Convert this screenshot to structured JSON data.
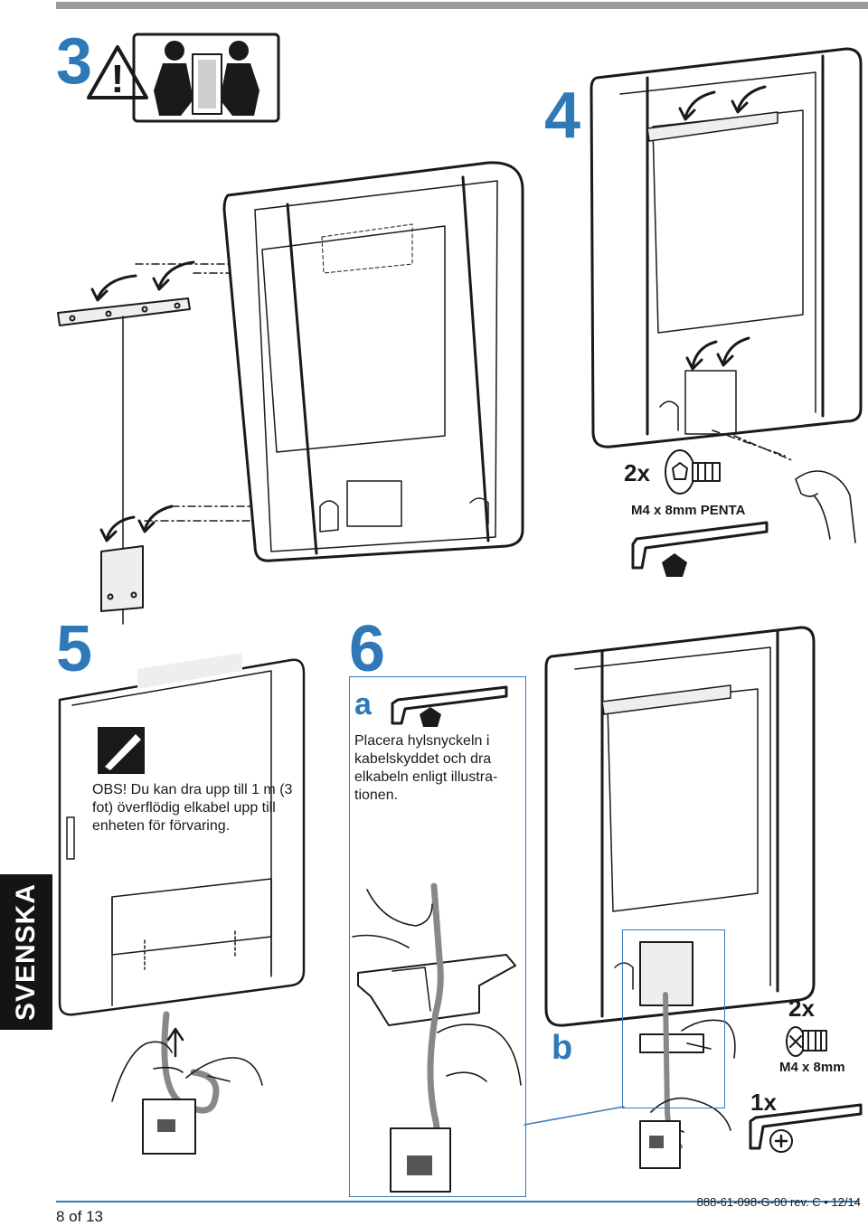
{
  "steps": {
    "s3": "3",
    "s4": "4",
    "s5": "5",
    "s6": "6"
  },
  "side_tab": "SVENSKA",
  "step5_note": "OBS! Du kan dra upp till 1 m (3 fot) överflödig elkabel upp till enheten för förvaring.",
  "step6": {
    "sub_a": "a",
    "sub_b": "b",
    "instruction": "Placera hylsnyckeln i kabelskyddet och dra elkabeln enligt illustra-tionen."
  },
  "step4_parts": {
    "qty": "2x",
    "screw_label": "M4 x 8mm PENTA"
  },
  "step6_parts": {
    "qty_screws": "2x",
    "screw_label": "M4 x 8mm",
    "qty_tool": "1x"
  },
  "footer": {
    "page": "8 of 13",
    "doc_id": "888-61-098-G-00 rev. C • 12/14"
  },
  "colors": {
    "accent_blue": "#2f79b9",
    "tab_black": "#141414"
  },
  "icons": [
    "warning-icon",
    "two-person-lift-icon",
    "note-pencil-icon",
    "hex-key-icon",
    "pentagon-icon",
    "screw-icon",
    "phillips-icon",
    "hand-icon",
    "cable-icon"
  ]
}
